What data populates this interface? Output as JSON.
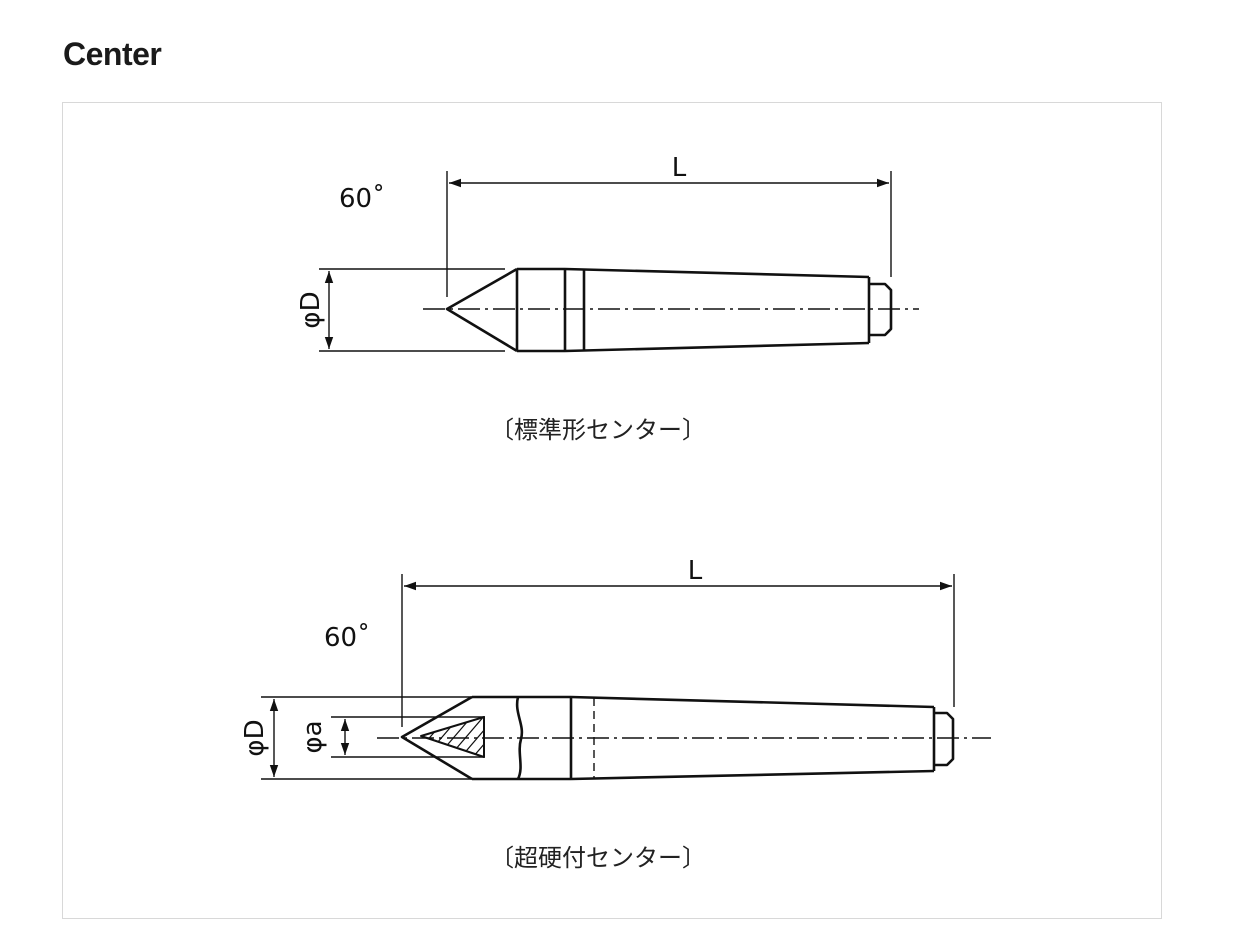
{
  "page": {
    "title": "Center"
  },
  "figures": [
    {
      "id": "standard-center",
      "caption": "〔標準形センター〕",
      "labels": {
        "length": "L",
        "angle": "60˚",
        "diameter": "φD"
      }
    },
    {
      "id": "carbide-tipped-center",
      "caption": "〔超硬付センター〕",
      "labels": {
        "length": "L",
        "angle": "60˚",
        "diameter": "φD",
        "tip_diameter": "φa"
      }
    }
  ]
}
